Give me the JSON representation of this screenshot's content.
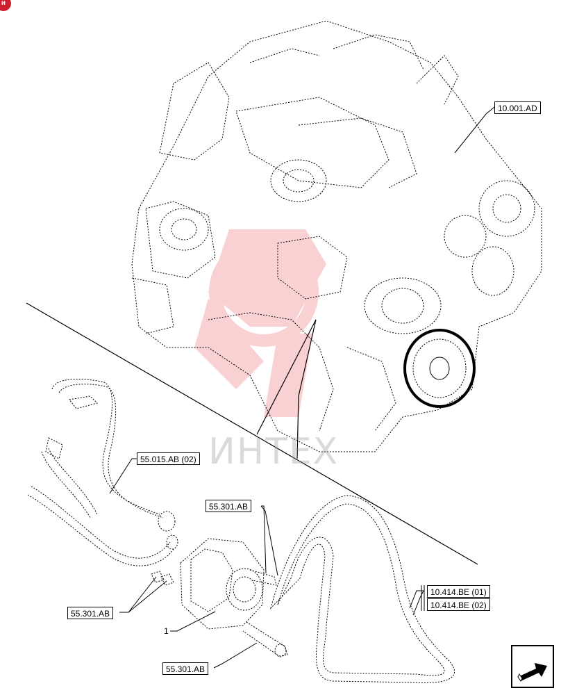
{
  "corner_badge": "и",
  "watermark": {
    "text": "ИНТЕХ"
  },
  "callouts": {
    "engine_ref": "10.001.AD",
    "harness_ref": "55.015.AB (02)",
    "top_bolt_ref": "55.301.AB",
    "left_nut_ref": "55.301.AB",
    "bottom_bolt_ref": "55.301.AB",
    "belt_ref_1": "10.414.BE (01)",
    "belt_ref_2": "10.414.BE (02)"
  },
  "item_number": "1",
  "icons": {
    "navigation": "page-nav-arrow-icon"
  },
  "colors": {
    "line": "#000000",
    "watermark": "#e8323c"
  }
}
